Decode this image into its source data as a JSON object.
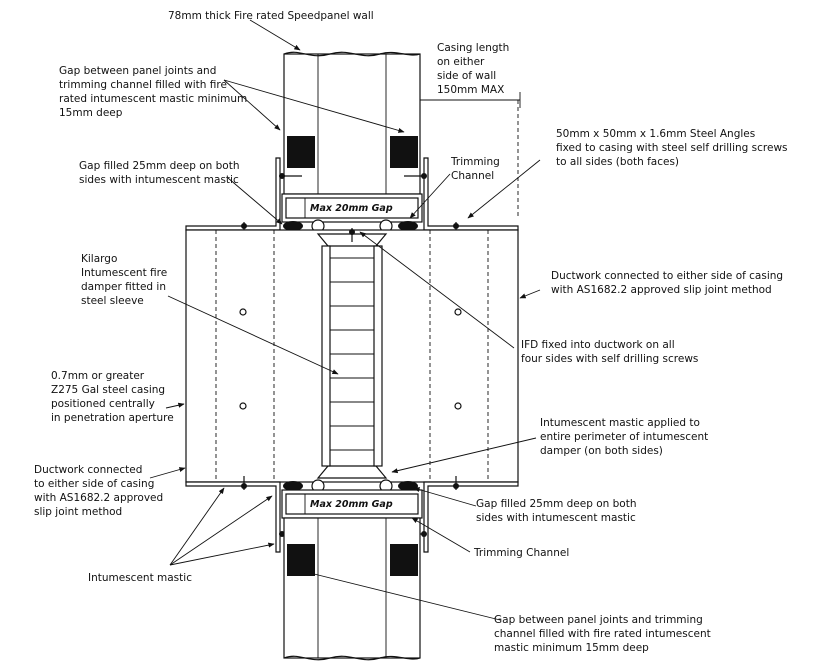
{
  "labels": {
    "wall_title": "78mm thick Fire rated Speedpanel wall",
    "casing_length": [
      "Casing length",
      "on either",
      "side of wall",
      "150mm MAX"
    ],
    "gap_top": [
      "Gap between panel joints and",
      "trimming channel filled with fire",
      "rated intumescent mastic minimum",
      "15mm deep"
    ],
    "steel_angles": [
      "50mm x 50mm x 1.6mm Steel Angles",
      "fixed to casing with steel self drilling screws",
      "to all sides (both faces)"
    ],
    "gap25_top": [
      "Gap filled 25mm deep on both",
      "sides with intumescent mastic"
    ],
    "trimming_top": [
      "Trimming",
      "Channel"
    ],
    "max_gap_top": "Max 20mm Gap",
    "kilargo": [
      "Kilargo",
      "Intumescent fire",
      "damper fitted in",
      "steel sleeve"
    ],
    "ductwork_right": [
      "Ductwork connected to either side of casing",
      "with AS1682.2 approved slip joint method"
    ],
    "ifd_fixed": [
      "IFD fixed into ductwork on all",
      "four sides with self drilling screws"
    ],
    "casing_steel": [
      "0.7mm or greater",
      "Z275 Gal steel casing",
      "positioned centrally",
      "in penetration aperture"
    ],
    "mastic_applied": [
      "Intumescent mastic applied to",
      "entire perimeter of intumescent",
      "damper (on both sides)"
    ],
    "ductwork_left": [
      "Ductwork connected",
      "to either side of casing",
      "with AS1682.2 approved",
      "slip joint method"
    ],
    "max_gap_bottom": "Max 20mm Gap",
    "gap25_bottom": [
      "Gap filled 25mm deep on both",
      "sides with intumescent mastic"
    ],
    "trimming_bottom": "Trimming Channel",
    "intumescent_mastic": "Intumescent mastic",
    "gap_bottom": [
      "Gap between panel joints and trimming",
      "channel filled with fire rated intumescent",
      "mastic minimum 15mm deep"
    ]
  }
}
